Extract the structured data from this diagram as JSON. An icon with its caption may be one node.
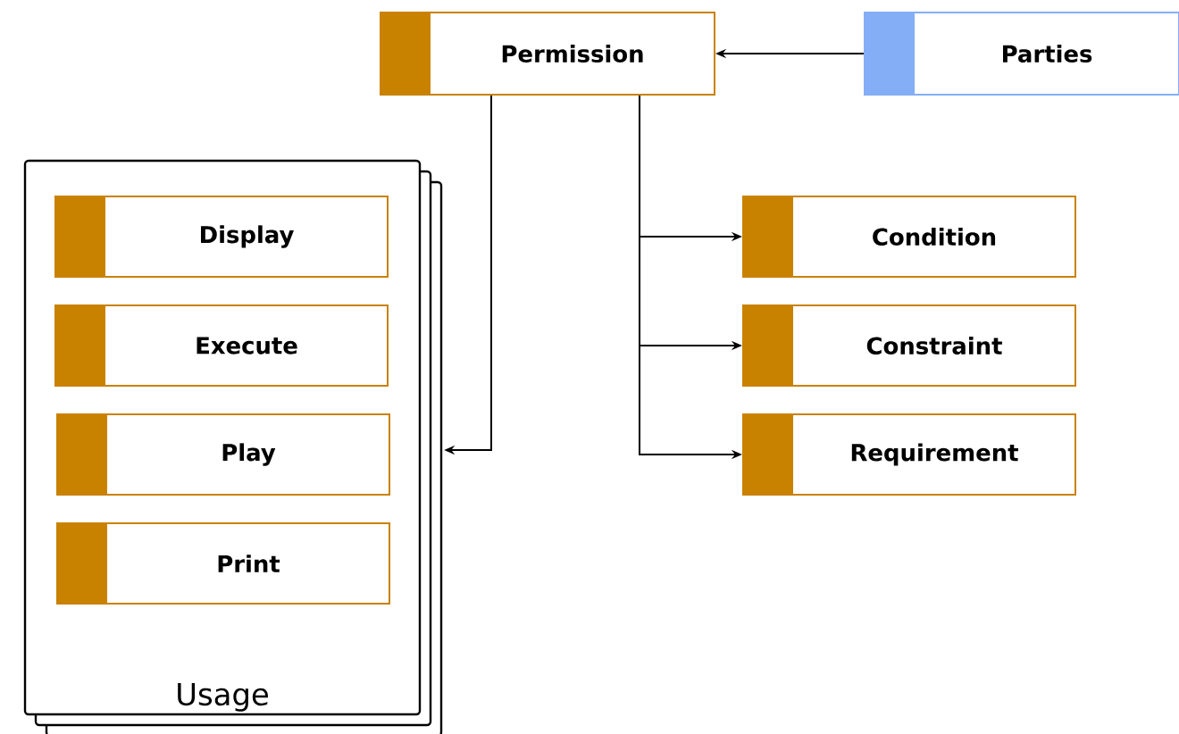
{
  "diagram": {
    "nodes": [
      {
        "text": [
          "Permission"
        ]
      },
      {
        "text": [
          "Parties"
        ]
      },
      {
        "text": [
          "Usage"
        ]
      },
      {
        "text": [
          "Display"
        ],
        "in": 2
      },
      {
        "text": [
          "Execute"
        ],
        "in": 2
      },
      {
        "text": [
          "Play"
        ],
        "in": 2
      },
      {
        "text": [
          "Print"
        ],
        "in": 2
      },
      {
        "text": [
          "Condition"
        ]
      },
      {
        "text": [
          "Constraint"
        ]
      },
      {
        "text": [
          "Requirement"
        ]
      }
    ],
    "edges": [
      {
        "from": 1,
        "to": 0,
        "arrow": "to"
      },
      {
        "from": 0,
        "to": 2,
        "arrow": "to"
      },
      {
        "from": 0,
        "to": 7,
        "arrow": "to"
      },
      {
        "from": 0,
        "to": 8,
        "arrow": "to"
      },
      {
        "from": 0,
        "to": 9,
        "arrow": "to"
      }
    ]
  }
}
